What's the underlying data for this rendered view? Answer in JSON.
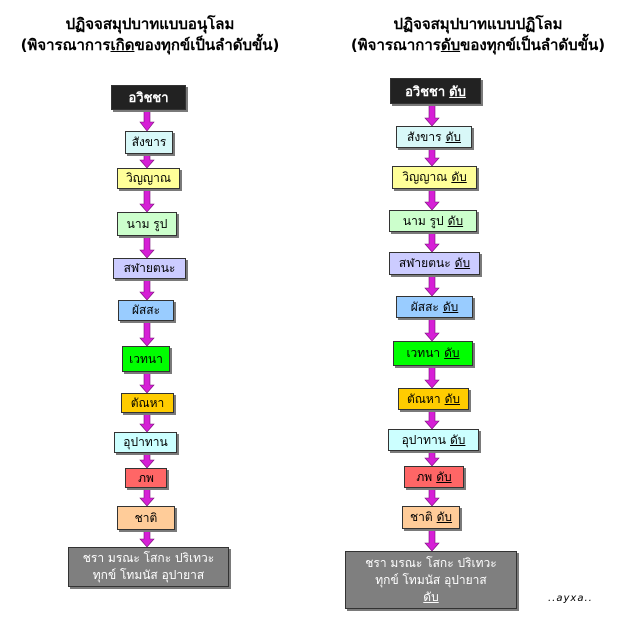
{
  "left": {
    "title_line1": "ปฏิจจสมุปบาทแบบอนุโลม",
    "title_line2_pre": "(พิจารณาการ",
    "title_line2_u": "เกิด",
    "title_line2_post": "ของทุกข์เป็นลำดับขั้น)",
    "nodes": [
      "อวิชชา",
      "สังขาร",
      "วิญญาณ",
      "นาม รูป",
      "สฬายตนะ",
      "ผัสสะ",
      "เวทนา",
      "ตัณหา",
      "อุปาทาน",
      "ภพ",
      "ชาติ"
    ],
    "final_line1": "ชรา มรณะ โสกะ ปริเทวะ",
    "final_line2": "ทุกข์ โทมนัส อุปายาส"
  },
  "right": {
    "title_line1": "ปฏิจจสมุปบาทแบบปฏิโลม",
    "title_line2_pre": "(พิจารณาการ",
    "title_line2_u": "ดับ",
    "title_line2_post": "ของทุกข์เป็นลำดับขั้น)",
    "suffix": "ดับ",
    "nodes": [
      "อวิชชา",
      "สังขาร",
      "วิญญาณ",
      "นาม รูป",
      "สฬายตนะ",
      "ผัสสะ",
      "เวทนา",
      "ตัณหา",
      "อุปาทาน",
      "ภพ",
      "ชาติ"
    ],
    "final_line1": "ชรา มรณะ โสกะ ปริเทวะ",
    "final_line2": "ทุกข์ โทมนัส อุปายาส",
    "final_line3": "ดับ"
  },
  "signature": "..ayxa..",
  "colors": {
    "arrow": "#d61fd6",
    "dark": "#222222",
    "cyan": "#d8f8f8",
    "yellow": "#ffff99",
    "mint": "#ccffcc",
    "lavender": "#ccccff",
    "blue": "#99ccff",
    "green": "#00ff00",
    "orange": "#ffcc00",
    "aqua": "#ccffff",
    "red": "#ff6666",
    "peach": "#ffcc99",
    "gray": "#7f7f7f"
  }
}
